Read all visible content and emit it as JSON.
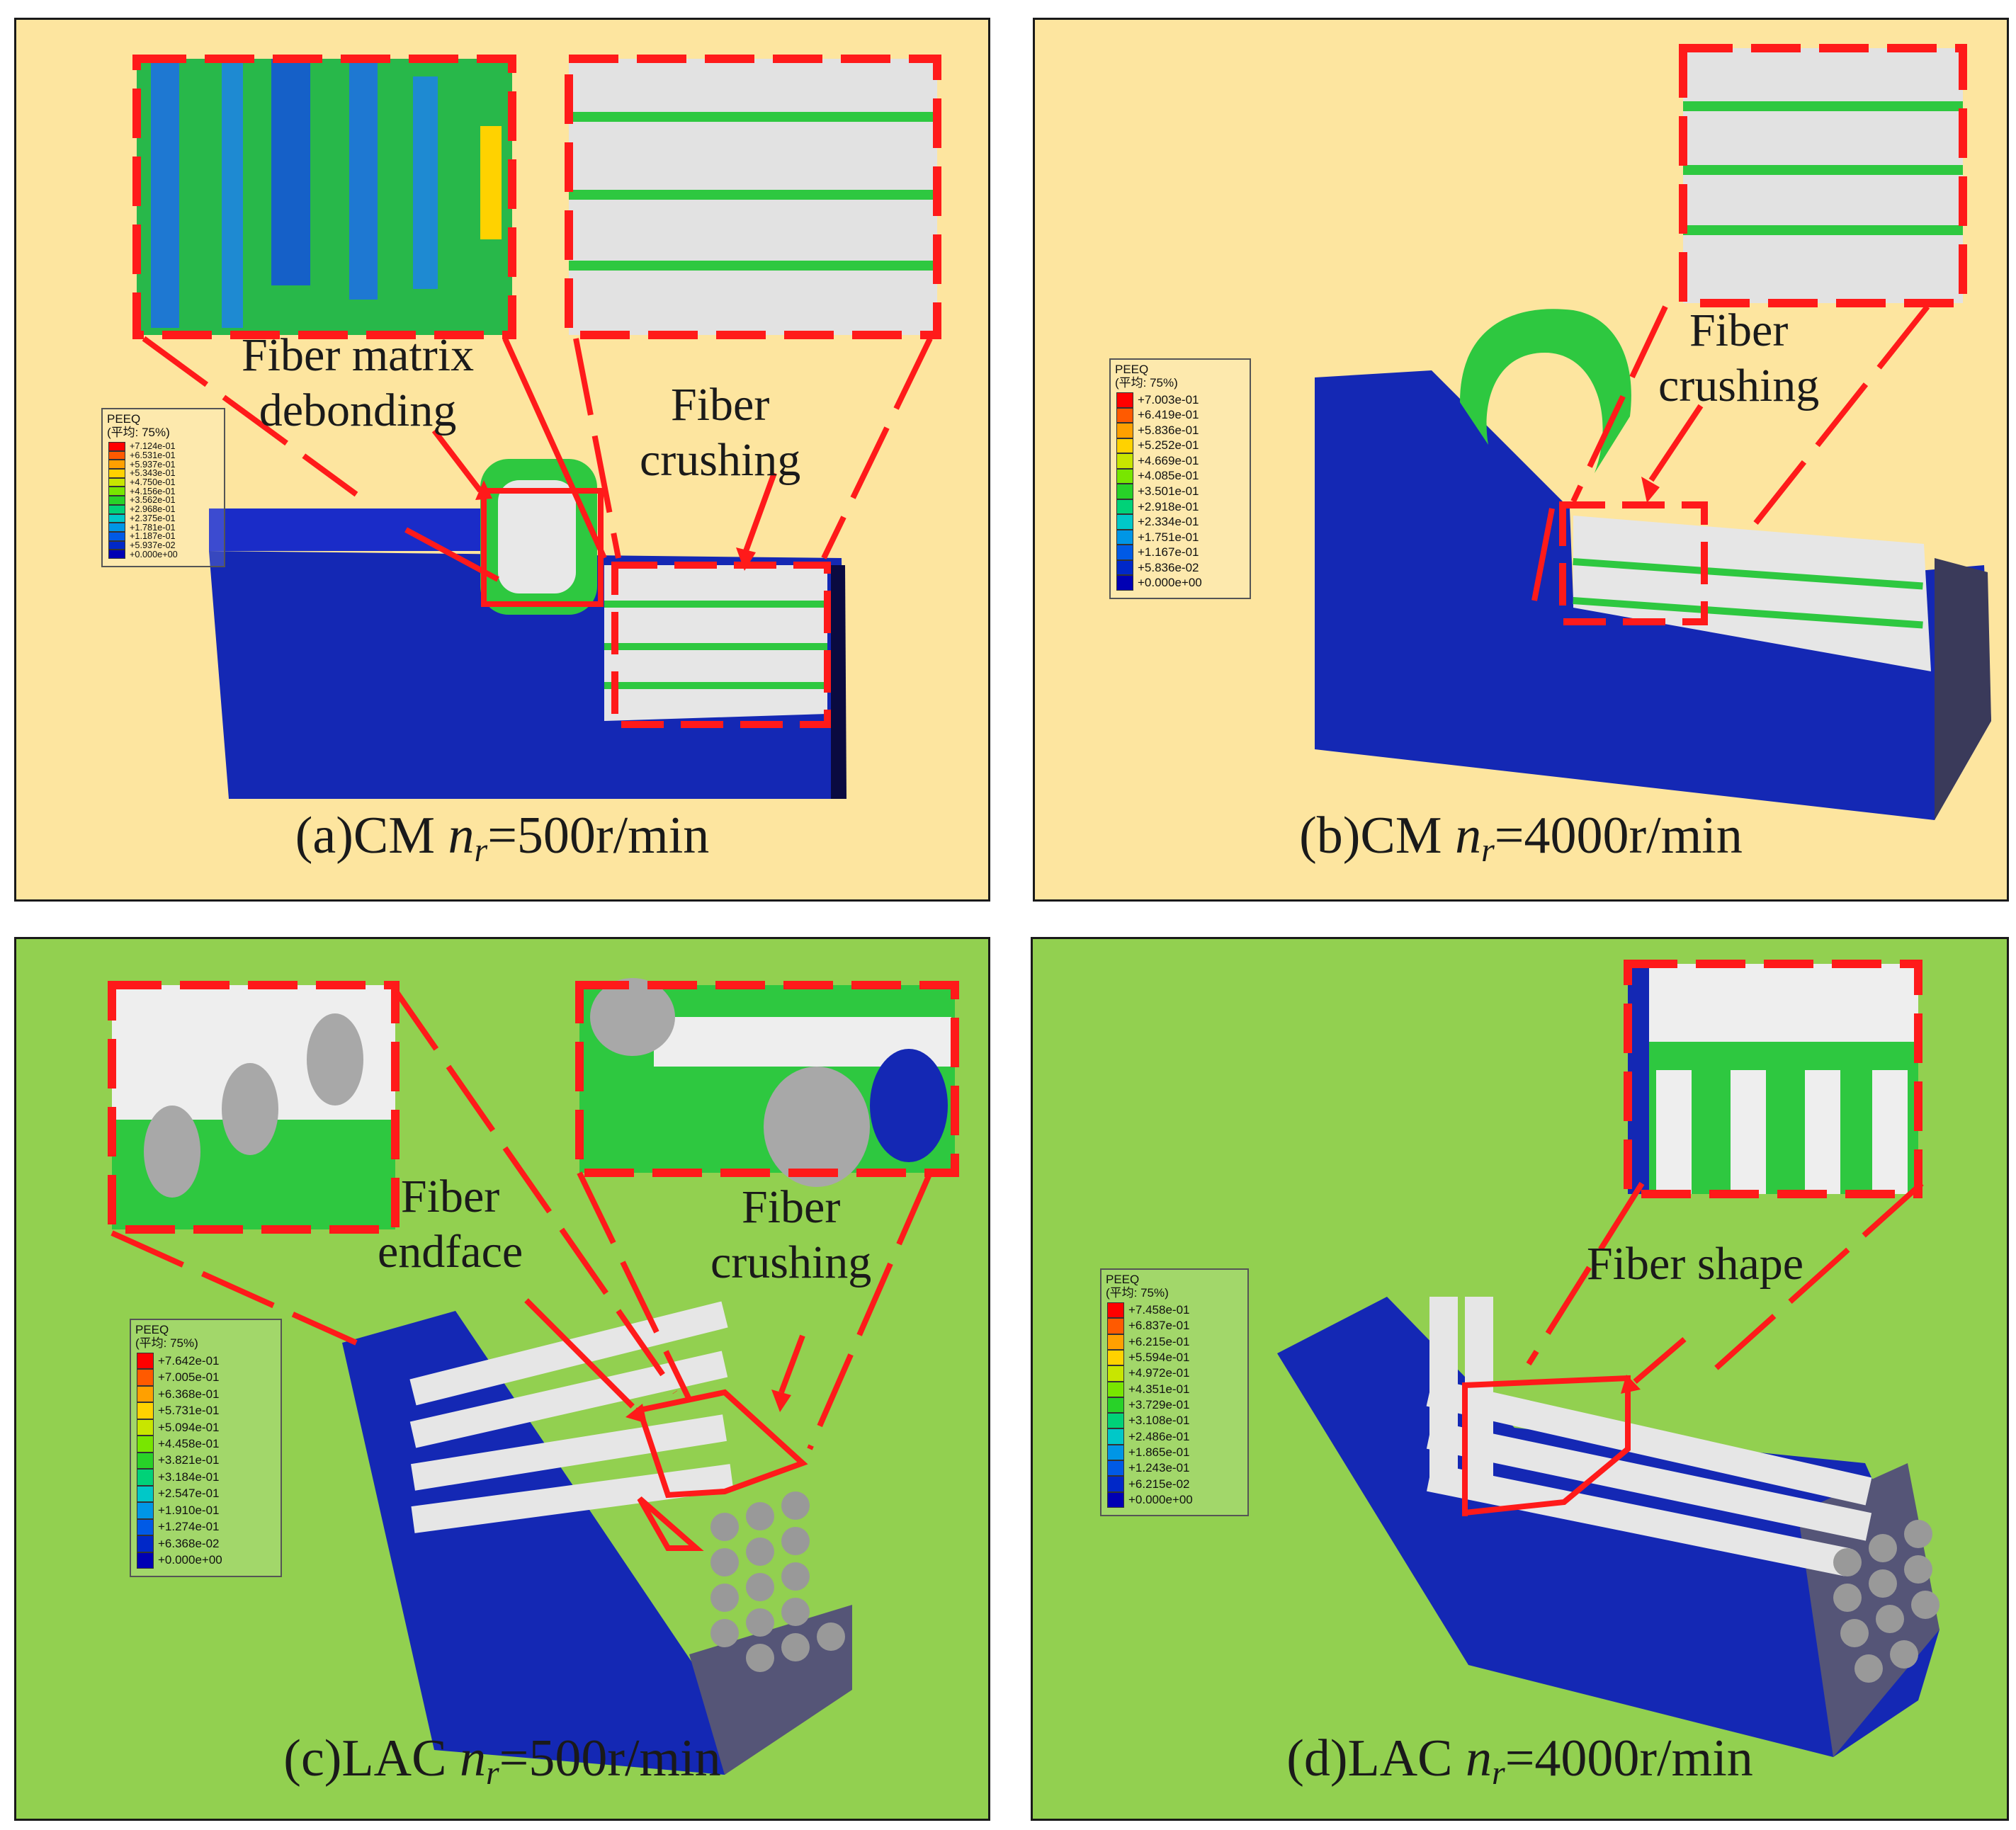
{
  "panels": [
    {
      "id": "a",
      "caption_prefix": "(a)CM ",
      "caption_var": "n",
      "caption_sub": "r",
      "caption_suffix": "=500r/min",
      "background": "#fde59f",
      "annotations": [
        "Fiber matrix",
        "debonding",
        "Fiber",
        "crushing"
      ],
      "legend": {
        "title": "PEEQ",
        "subtitle": "(平均: 75%)",
        "values": [
          "+7.124e-01",
          "+6.531e-01",
          "+5.937e-01",
          "+5.343e-01",
          "+4.750e-01",
          "+4.156e-01",
          "+3.562e-01",
          "+2.968e-01",
          "+2.375e-01",
          "+1.781e-01",
          "+1.187e-01",
          "+5.937e-02",
          "+0.000e+00"
        ]
      }
    },
    {
      "id": "b",
      "caption_prefix": "(b)CM ",
      "caption_var": "n",
      "caption_sub": "r",
      "caption_suffix": "=4000r/min",
      "background": "#fde59f",
      "annotations": [
        "Fiber",
        "crushing"
      ],
      "legend": {
        "title": "PEEQ",
        "subtitle": "(平均: 75%)",
        "values": [
          "+7.003e-01",
          "+6.419e-01",
          "+5.836e-01",
          "+5.252e-01",
          "+4.669e-01",
          "+4.085e-01",
          "+3.501e-01",
          "+2.918e-01",
          "+2.334e-01",
          "+1.751e-01",
          "+1.167e-01",
          "+5.836e-02",
          "+0.000e+00"
        ]
      }
    },
    {
      "id": "c",
      "caption_prefix": "(c)LAC ",
      "caption_var": "n",
      "caption_sub": "r",
      "caption_suffix": "=500r/min",
      "background": "#92d050",
      "annotations": [
        "Fiber",
        "endface",
        "Fiber",
        "crushing"
      ],
      "legend": {
        "title": "PEEQ",
        "subtitle": "(平均: 75%)",
        "values": [
          "+7.642e-01",
          "+7.005e-01",
          "+6.368e-01",
          "+5.731e-01",
          "+5.094e-01",
          "+4.458e-01",
          "+3.821e-01",
          "+3.184e-01",
          "+2.547e-01",
          "+1.910e-01",
          "+1.274e-01",
          "+6.368e-02",
          "+0.000e+00"
        ]
      }
    },
    {
      "id": "d",
      "caption_prefix": "(d)LAC ",
      "caption_var": "n",
      "caption_sub": "r",
      "caption_suffix": "=4000r/min",
      "background": "#92d050",
      "annotations": [
        "Fiber shape"
      ],
      "legend": {
        "title": "PEEQ",
        "subtitle": "(平均: 75%)",
        "values": [
          "+7.458e-01",
          "+6.837e-01",
          "+6.215e-01",
          "+5.594e-01",
          "+4.972e-01",
          "+4.351e-01",
          "+3.729e-01",
          "+3.108e-01",
          "+2.486e-01",
          "+1.865e-01",
          "+1.243e-01",
          "+6.215e-02",
          "+0.000e+00"
        ]
      }
    }
  ],
  "legend_colors": [
    "#ff0000",
    "#ff5a00",
    "#ffa000",
    "#ffd200",
    "#c8e600",
    "#78e600",
    "#28d228",
    "#00d278",
    "#00c8c8",
    "#0096e6",
    "#005ae6",
    "#0028c8",
    "#0000b4"
  ],
  "colors": {
    "highlight_red": "#ff1a1a",
    "mesh_blue": "#1428b4",
    "fiber_gray": "#e8e8e8"
  }
}
